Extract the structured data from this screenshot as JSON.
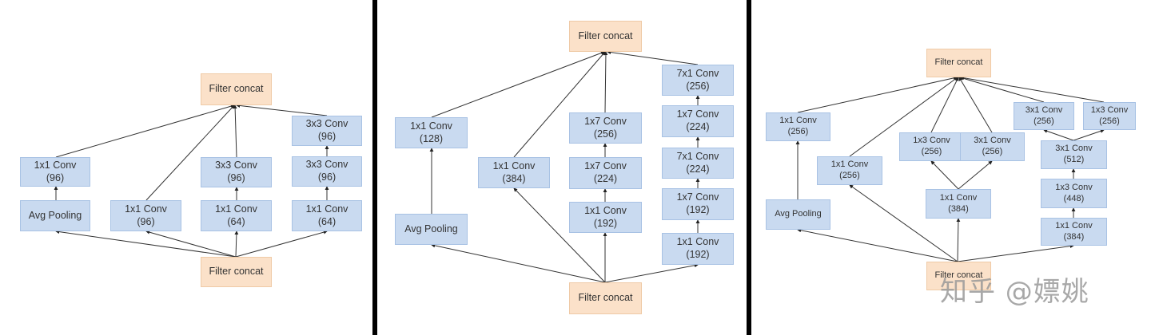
{
  "panels": [
    {
      "nodes": {
        "concat_top": "Filter concat",
        "concat_bottom": "Filter concat",
        "b1_conv": [
          "1x1 Conv",
          "(96)"
        ],
        "b1_pool": [
          "Avg Pooling"
        ],
        "b2_conv": [
          "1x1 Conv",
          "(96)"
        ],
        "b3_conv_a": [
          "1x1 Conv",
          "(64)"
        ],
        "b3_conv_b": [
          "3x3 Conv",
          "(96)"
        ],
        "b4_conv_a": [
          "1x1 Conv",
          "(64)"
        ],
        "b4_conv_b": [
          "3x3 Conv",
          "(96)"
        ],
        "b4_conv_c": [
          "3x3 Conv",
          "(96)"
        ]
      }
    },
    {
      "nodes": {
        "concat_top": "Filter concat",
        "concat_bottom": "Filter concat",
        "b1_conv": [
          "1x1 Conv",
          "(128)"
        ],
        "b1_pool": [
          "Avg Pooling"
        ],
        "b2_conv": [
          "1x1 Conv",
          "(384)"
        ],
        "b3_conv_a": [
          "1x1 Conv",
          "(192)"
        ],
        "b3_conv_b": [
          "1x7 Conv",
          "(224)"
        ],
        "b3_conv_c": [
          "1x7 Conv",
          "(256)"
        ],
        "b4_conv_a": [
          "1x1 Conv",
          "(192)"
        ],
        "b4_conv_b": [
          "1x7 Conv",
          "(192)"
        ],
        "b4_conv_c": [
          "7x1 Conv",
          "(224)"
        ],
        "b4_conv_d": [
          "1x7 Conv",
          "(224)"
        ],
        "b4_conv_e": [
          "7x1 Conv",
          "(256)"
        ]
      }
    },
    {
      "nodes": {
        "concat_top": "Filter concat",
        "concat_bottom": "Filter concat",
        "b1_conv": [
          "1x1 Conv",
          "(256)"
        ],
        "b1_pool": [
          "Avg Pooling"
        ],
        "b2_conv": [
          "1x1 Conv",
          "(256)"
        ],
        "b3_conv_a": [
          "1x1 Conv",
          "(384)"
        ],
        "b3_conv_l": [
          "1x3 Conv",
          "(256)"
        ],
        "b3_conv_r": [
          "3x1 Conv",
          "(256)"
        ],
        "b4_conv_a": [
          "1x1 Conv",
          "(384)"
        ],
        "b4_conv_b": [
          "1x3 Conv",
          "(448)"
        ],
        "b4_conv_c": [
          "3x1 Conv",
          "(512)"
        ],
        "b4_conv_l": [
          "3x1 Conv",
          "(256)"
        ],
        "b4_conv_r": [
          "1x3 Conv",
          "(256)"
        ]
      }
    }
  ],
  "watermark": "知乎 @嫖姚"
}
